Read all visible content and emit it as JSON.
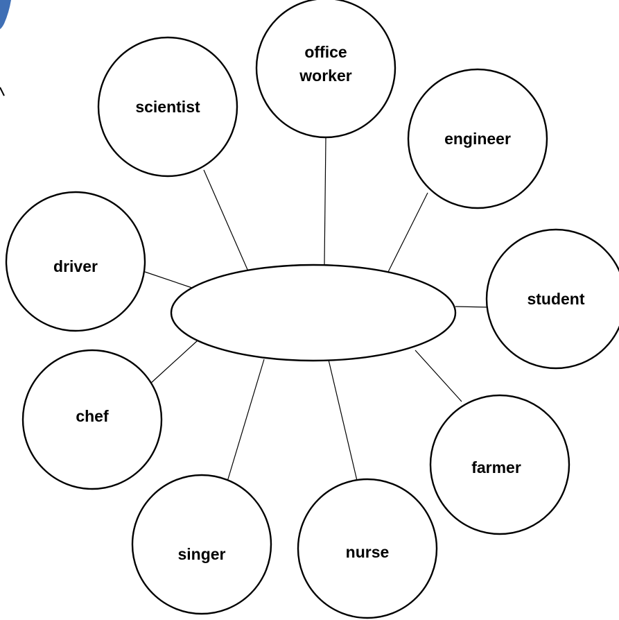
{
  "diagram": {
    "center": {
      "label": ""
    },
    "nodes": [
      {
        "id": "office-worker",
        "label_lines": [
          "office",
          "worker"
        ]
      },
      {
        "id": "scientist",
        "label_lines": [
          "scientist"
        ]
      },
      {
        "id": "engineer",
        "label_lines": [
          "engineer"
        ]
      },
      {
        "id": "driver",
        "label_lines": [
          "driver"
        ]
      },
      {
        "id": "student",
        "label_lines": [
          "student"
        ]
      },
      {
        "id": "chef",
        "label_lines": [
          "chef"
        ]
      },
      {
        "id": "farmer",
        "label_lines": [
          "farmer"
        ]
      },
      {
        "id": "singer",
        "label_lines": [
          "singer"
        ]
      },
      {
        "id": "nurse",
        "label_lines": [
          "nurse"
        ]
      }
    ],
    "colors": {
      "stroke": "#000000",
      "fill": "#ffffff",
      "corner_icon": "#3f6fb5"
    },
    "icons": {
      "corner": "blue-clipart-fragment-icon"
    }
  }
}
